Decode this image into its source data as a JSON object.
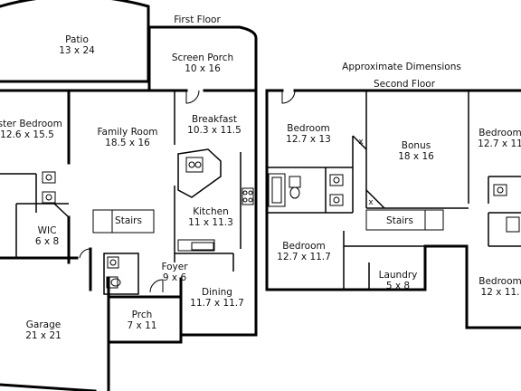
{
  "headings": {
    "first_floor": "First Floor",
    "approx": "Approximate Dimensions",
    "second_floor": "Second Floor"
  },
  "first_floor_rooms": [
    {
      "id": "patio",
      "name": "Patio",
      "dims": "13 x 24"
    },
    {
      "id": "screen-porch",
      "name": "Screen Porch",
      "dims": "10 x 16"
    },
    {
      "id": "master-bedroom",
      "name": "aster Bedroom",
      "dims": "12.6 x 15.5"
    },
    {
      "id": "family-room",
      "name": "Family Room",
      "dims": "18.5 x 16"
    },
    {
      "id": "breakfast",
      "name": "Breakfast",
      "dims": "10.3 x 11.5"
    },
    {
      "id": "kitchen",
      "name": "Kitchen",
      "dims": "11 x 11.3"
    },
    {
      "id": "wic",
      "name": "WIC",
      "dims": "6 x 8"
    },
    {
      "id": "stairs-1",
      "name": "Stairs",
      "dims": ""
    },
    {
      "id": "foyer",
      "name": "Foyer",
      "dims": "9 x 6"
    },
    {
      "id": "dining",
      "name": "Dining",
      "dims": "11.7 x 11.7"
    },
    {
      "id": "porch",
      "name": "Prch",
      "dims": "7 x 11"
    },
    {
      "id": "garage",
      "name": "Garage",
      "dims": "21 x 21"
    }
  ],
  "second_floor_rooms": [
    {
      "id": "bedroom-a",
      "name": "Bedroom",
      "dims": "12.7 x 13"
    },
    {
      "id": "bonus",
      "name": "Bonus",
      "dims": "18 x 16"
    },
    {
      "id": "bedroom-b",
      "name": "Bedroom",
      "dims": "12.7 x 11"
    },
    {
      "id": "stairs-2",
      "name": "Stairs",
      "dims": ""
    },
    {
      "id": "bedroom-c",
      "name": "Bedroom",
      "dims": "12.7 x 11.7"
    },
    {
      "id": "laundry",
      "name": "Laundry",
      "dims": "5 x 8"
    },
    {
      "id": "bedroom-d",
      "name": "Bedroom",
      "dims": "12 x 11."
    }
  ],
  "marks": {
    "x": "x"
  }
}
